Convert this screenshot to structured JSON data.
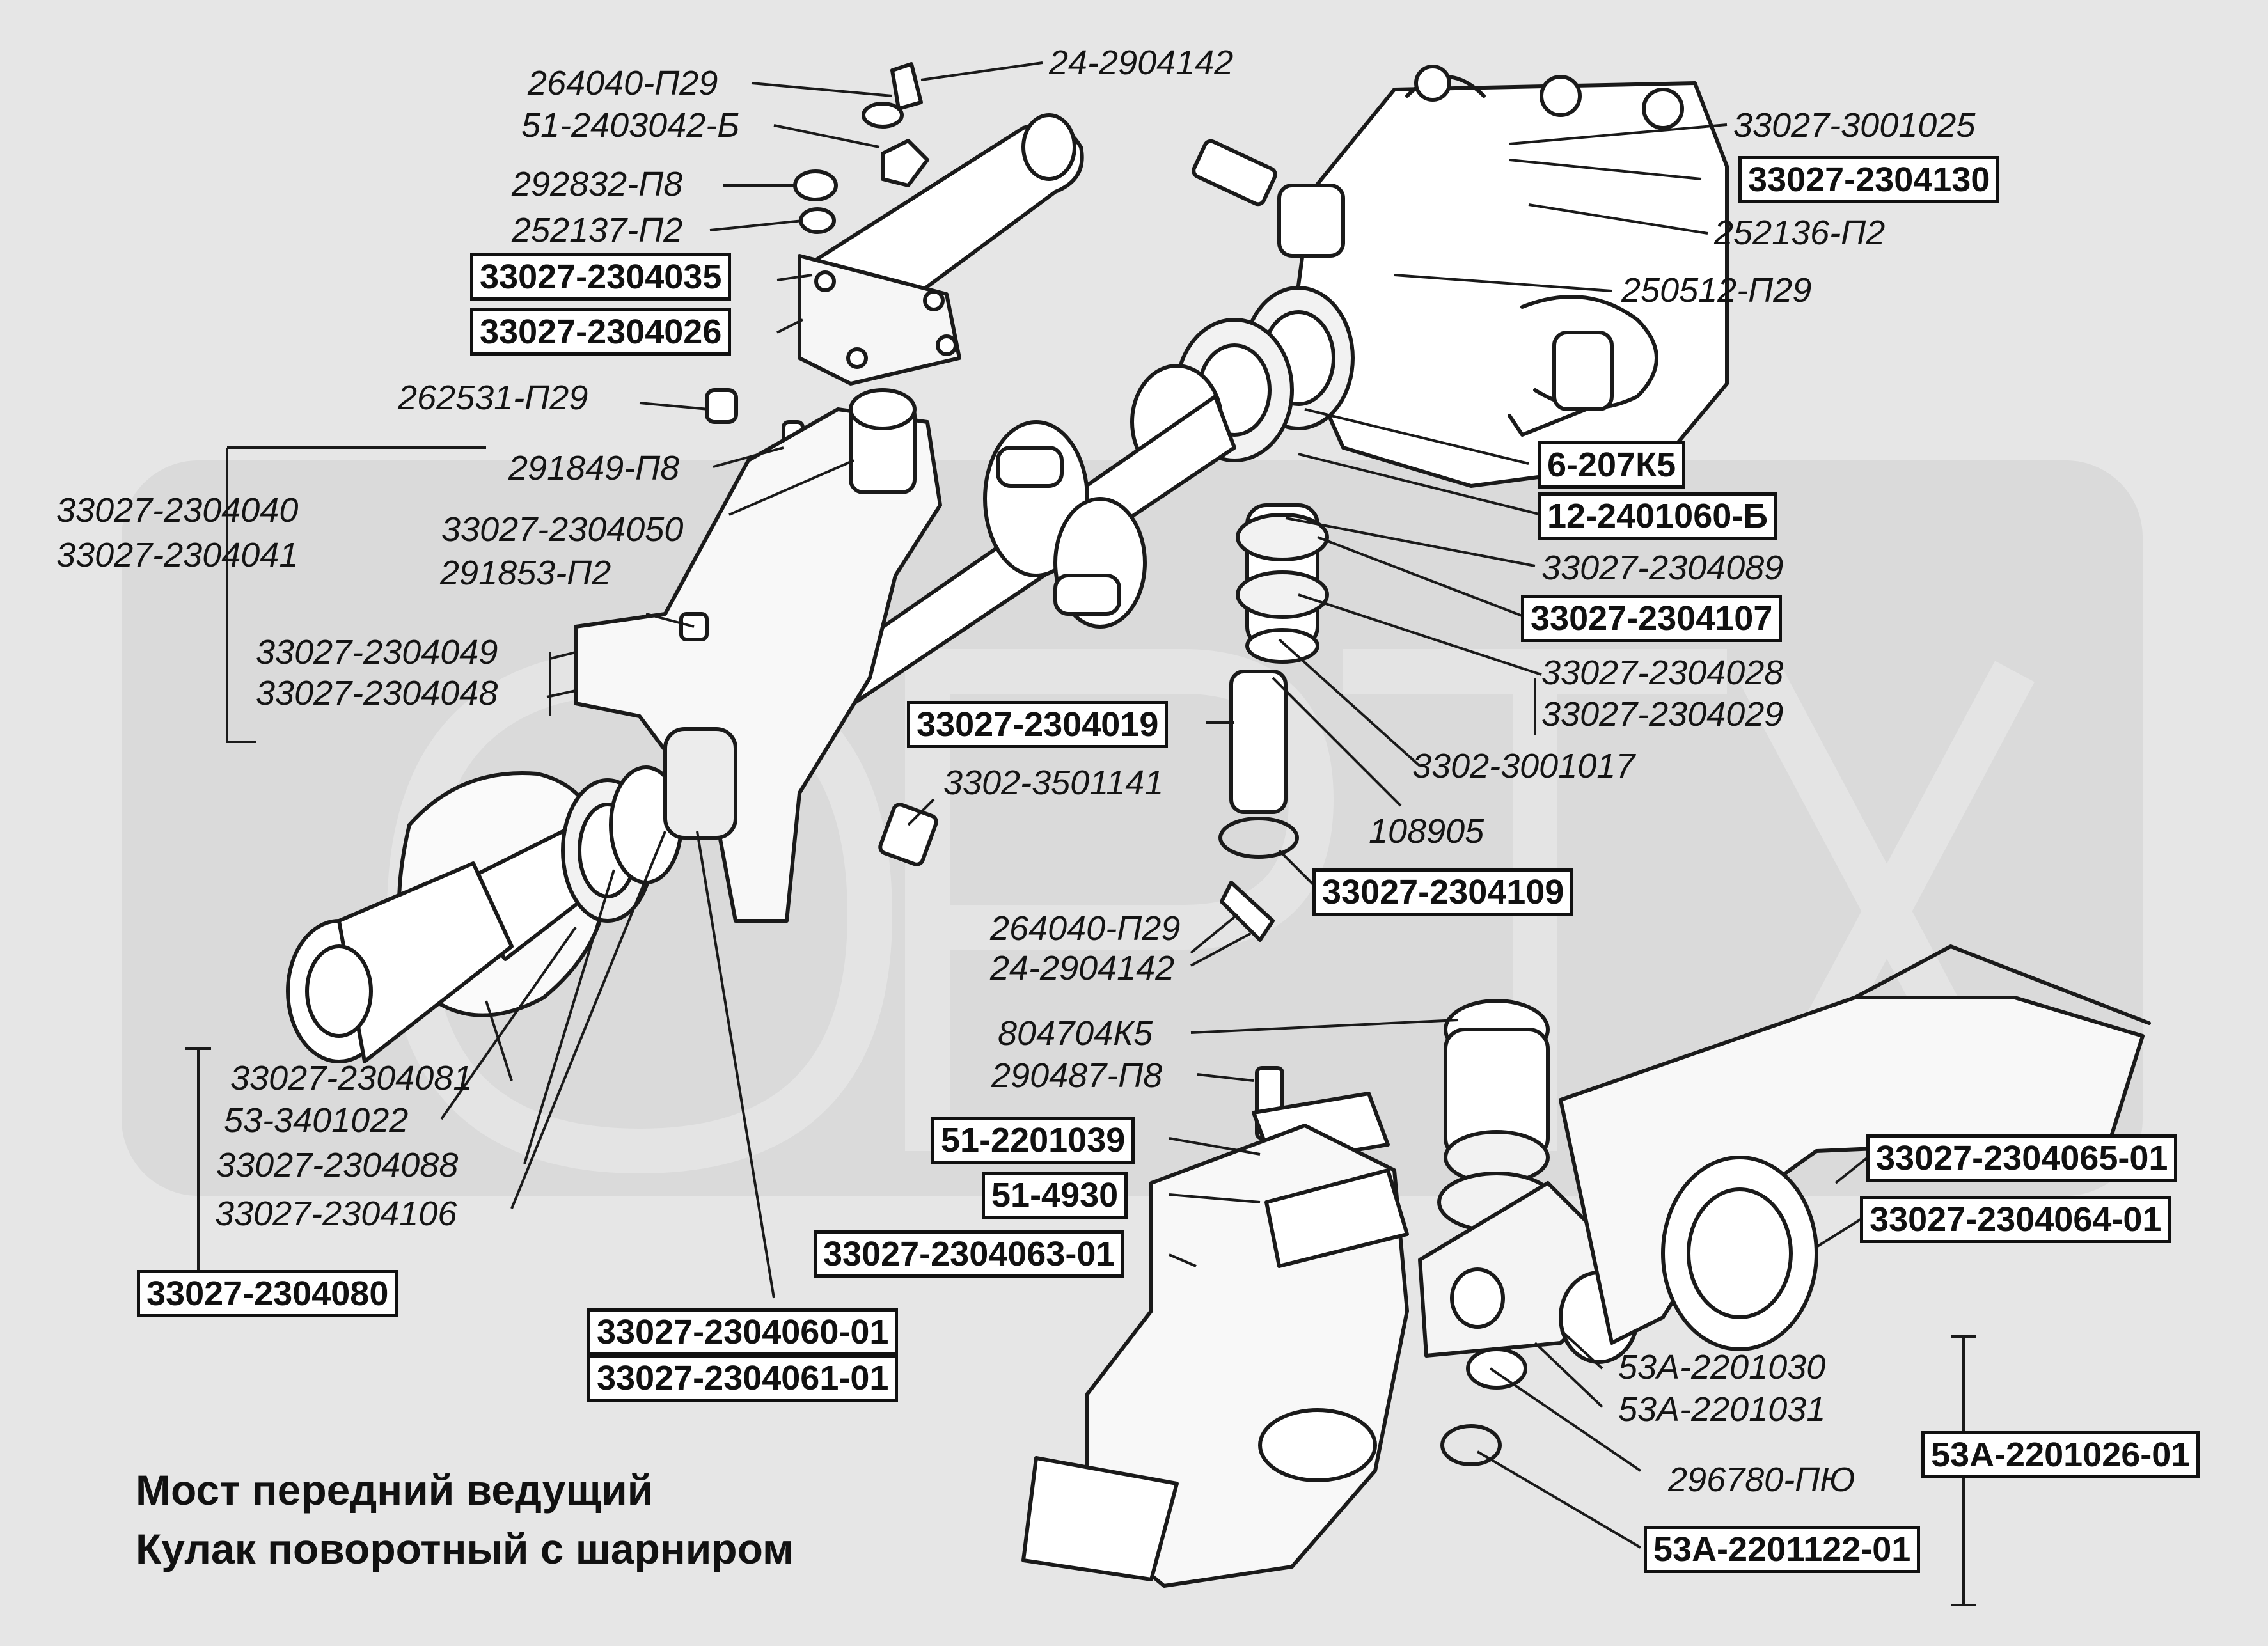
{
  "title": {
    "line1": "Мост передний ведущий",
    "line2": "Кулак поворотный с шарниром"
  },
  "watermark": "OPTX",
  "colors": {
    "background": "#e6e6e6",
    "watermark": "#cfcfcf",
    "ink": "#141414",
    "box_fill": "#ffffff"
  },
  "labels": {
    "l01": "264040-П29",
    "l02": "24-2904142",
    "l03": "51-2403042-Б",
    "l04": "33027-3001025",
    "l05": "292832-П8",
    "l06": "33027-2304130",
    "l07": "252137-П2",
    "l08": "252136-П2",
    "l09": "33027-2304035",
    "l10": "250512-П29",
    "l11": "33027-2304026",
    "l12": "262531-П29",
    "l13": "291849-П8",
    "l14": "6-207К5",
    "l15": "33027-2304040",
    "l16": "33027-2304041",
    "l17": "12-2401060-Б",
    "l18": "33027-2304050",
    "l19": "291853-П2",
    "l20": "33027-2304089",
    "l21": "33027-2304107",
    "l22": "33027-2304049",
    "l23": "33027-2304048",
    "l24": "33027-2304028",
    "l25": "33027-2304029",
    "l26": "33027-2304019",
    "l27": "3302-3001017",
    "l28": "3302-3501141",
    "l29": "108905",
    "l30": "33027-2304109",
    "l31": "264040-П29",
    "l32": "24-2904142",
    "l33": "804704К5",
    "l34": "290487-П8",
    "l35": "33027-2304081",
    "l36": "53-3401022",
    "l37": "51-2201039",
    "l38": "33027-2304065-01",
    "l39": "33027-2304088",
    "l40": "51-4930",
    "l41": "33027-2304064-01",
    "l42": "33027-2304106",
    "l43": "33027-2304063-01",
    "l44": "33027-2304080",
    "l45": "33027-2304060-01",
    "l46": "33027-2304061-01",
    "l47": "53А-2201030",
    "l48": "53А-2201031",
    "l49": "53А-2201026-01",
    "l50": "296780-ПЮ",
    "l51": "53А-2201122-01"
  }
}
